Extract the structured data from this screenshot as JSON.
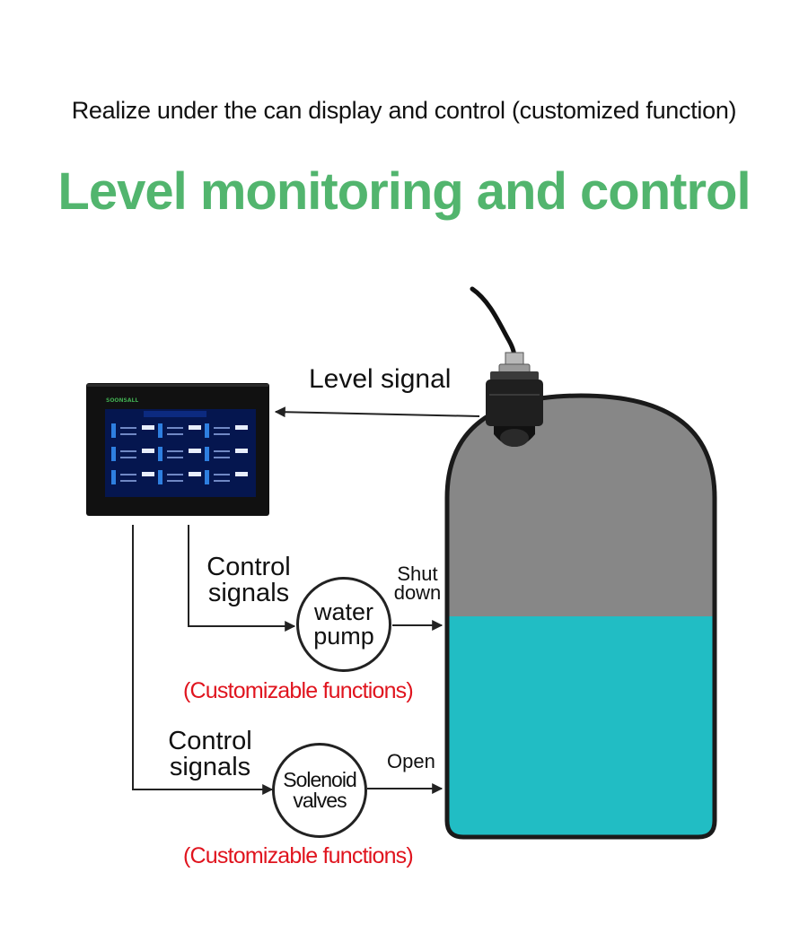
{
  "header": {
    "subtitle": "Realize under the can display and control (customized function)",
    "title": "Level monitoring and control",
    "title_color": "#52b56e"
  },
  "panel": {
    "brand": "SOONSALL"
  },
  "signals": {
    "level_signal": "Level signal",
    "control_signals_1": [
      "Control",
      "signals"
    ],
    "control_signals_2": [
      "Control",
      "signals"
    ],
    "shut_down": [
      "Shut",
      "down"
    ],
    "open": "Open"
  },
  "devices": {
    "water_pump": [
      "water",
      "pump"
    ],
    "solenoid_valves": [
      "Solenoid",
      "valves"
    ]
  },
  "notes": {
    "custom_1": "(Customizable functions)",
    "custom_2": "(Customizable functions)",
    "custom_color": "#e0141e"
  },
  "tank": {
    "empty_color": "#878787",
    "liquid_color": "#21bdc4",
    "liquid_level_fraction": 0.5
  }
}
